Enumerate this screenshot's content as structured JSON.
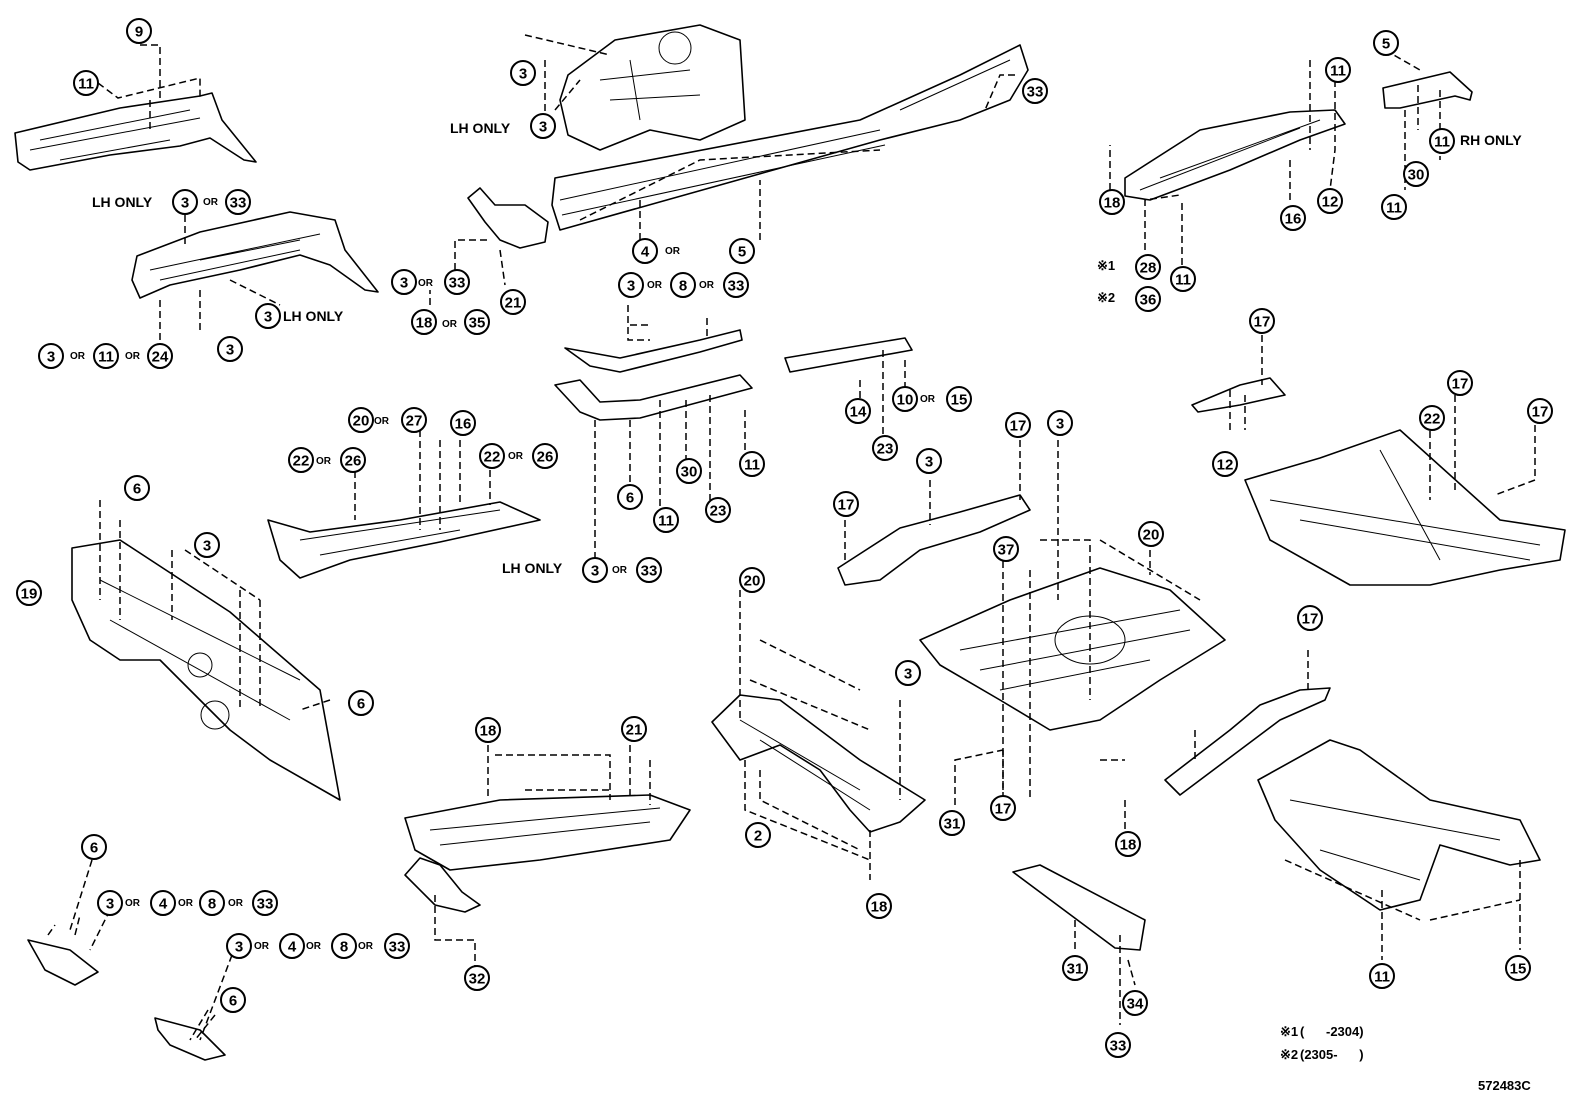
{
  "diagram_id": "572483C",
  "or_word": "OR",
  "lh_only": "LH ONLY",
  "rh_only": "RH ONLY",
  "footnotes": [
    {
      "mark": "※1",
      "text": "(      -2304)"
    },
    {
      "mark": "※2",
      "text": "(2305-      )"
    }
  ],
  "callouts": [
    {
      "id": "c9",
      "n": "9"
    },
    {
      "id": "c11a",
      "n": "11"
    },
    {
      "id": "c3a",
      "n": "3"
    },
    {
      "id": "c3b",
      "n": "3"
    },
    {
      "id": "c33a",
      "n": "33"
    },
    {
      "id": "c3c",
      "n": "3"
    },
    {
      "id": "c33b",
      "n": "33"
    },
    {
      "id": "c3d",
      "n": "3"
    },
    {
      "id": "c33c",
      "n": "33"
    },
    {
      "id": "c21a",
      "n": "21"
    },
    {
      "id": "c18a",
      "n": "18"
    },
    {
      "id": "c35",
      "n": "35"
    },
    {
      "id": "c3e",
      "n": "3"
    },
    {
      "id": "c3f",
      "n": "3"
    },
    {
      "id": "c3g",
      "n": "3"
    },
    {
      "id": "c11b",
      "n": "11"
    },
    {
      "id": "c24",
      "n": "24"
    },
    {
      "id": "c4a",
      "n": "4"
    },
    {
      "id": "c5a",
      "n": "5"
    },
    {
      "id": "c5b",
      "n": "5"
    },
    {
      "id": "c11c",
      "n": "11"
    },
    {
      "id": "c11d",
      "n": "11"
    },
    {
      "id": "c30a",
      "n": "30"
    },
    {
      "id": "c11e",
      "n": "11"
    },
    {
      "id": "c18b",
      "n": "18"
    },
    {
      "id": "c16a",
      "n": "16"
    },
    {
      "id": "c12a",
      "n": "12"
    },
    {
      "id": "c28",
      "n": "28"
    },
    {
      "id": "c11f",
      "n": "11"
    },
    {
      "id": "c36",
      "n": "36"
    },
    {
      "id": "c3h",
      "n": "3"
    },
    {
      "id": "c8a",
      "n": "8"
    },
    {
      "id": "c33d",
      "n": "33"
    },
    {
      "id": "c14",
      "n": "14"
    },
    {
      "id": "c23a",
      "n": "23"
    },
    {
      "id": "c10",
      "n": "10"
    },
    {
      "id": "c15a",
      "n": "15"
    },
    {
      "id": "c20a",
      "n": "20"
    },
    {
      "id": "c27",
      "n": "27"
    },
    {
      "id": "c16b",
      "n": "16"
    },
    {
      "id": "c22a",
      "n": "22"
    },
    {
      "id": "c26a",
      "n": "26"
    },
    {
      "id": "c22b",
      "n": "22"
    },
    {
      "id": "c26b",
      "n": "26"
    },
    {
      "id": "c6a",
      "n": "6"
    },
    {
      "id": "c11g",
      "n": "11"
    },
    {
      "id": "c30b",
      "n": "30"
    },
    {
      "id": "c23b",
      "n": "23"
    },
    {
      "id": "c11h",
      "n": "11"
    },
    {
      "id": "c3i",
      "n": "3"
    },
    {
      "id": "c33e",
      "n": "33"
    },
    {
      "id": "c17a",
      "n": "17"
    },
    {
      "id": "c12b",
      "n": "12"
    },
    {
      "id": "c17b",
      "n": "17"
    },
    {
      "id": "c22c",
      "n": "22"
    },
    {
      "id": "c17c",
      "n": "17"
    },
    {
      "id": "c17d",
      "n": "17"
    },
    {
      "id": "c3j",
      "n": "3"
    },
    {
      "id": "c17e",
      "n": "17"
    },
    {
      "id": "c3k",
      "n": "3"
    },
    {
      "id": "c20b",
      "n": "20"
    },
    {
      "id": "c37",
      "n": "37"
    },
    {
      "id": "c6b",
      "n": "6"
    },
    {
      "id": "c3l",
      "n": "3"
    },
    {
      "id": "c19",
      "n": "19"
    },
    {
      "id": "c6c",
      "n": "6"
    },
    {
      "id": "c20c",
      "n": "20"
    },
    {
      "id": "c3m",
      "n": "3"
    },
    {
      "id": "c2",
      "n": "2"
    },
    {
      "id": "c18c",
      "n": "18"
    },
    {
      "id": "c18d",
      "n": "18"
    },
    {
      "id": "c21b",
      "n": "21"
    },
    {
      "id": "c32",
      "n": "32"
    },
    {
      "id": "c31a",
      "n": "31"
    },
    {
      "id": "c17f",
      "n": "17"
    },
    {
      "id": "c18e",
      "n": "18"
    },
    {
      "id": "c17g",
      "n": "17"
    },
    {
      "id": "c11i",
      "n": "11"
    },
    {
      "id": "c15b",
      "n": "15"
    },
    {
      "id": "c6d",
      "n": "6"
    },
    {
      "id": "c3n",
      "n": "3"
    },
    {
      "id": "c4b",
      "n": "4"
    },
    {
      "id": "c8b",
      "n": "8"
    },
    {
      "id": "c33f",
      "n": "33"
    },
    {
      "id": "c3o",
      "n": "3"
    },
    {
      "id": "c4c",
      "n": "4"
    },
    {
      "id": "c8c",
      "n": "8"
    },
    {
      "id": "c33g",
      "n": "33"
    },
    {
      "id": "c6e",
      "n": "6"
    },
    {
      "id": "c31b",
      "n": "31"
    },
    {
      "id": "c34",
      "n": "34"
    },
    {
      "id": "c33h",
      "n": "33"
    }
  ]
}
